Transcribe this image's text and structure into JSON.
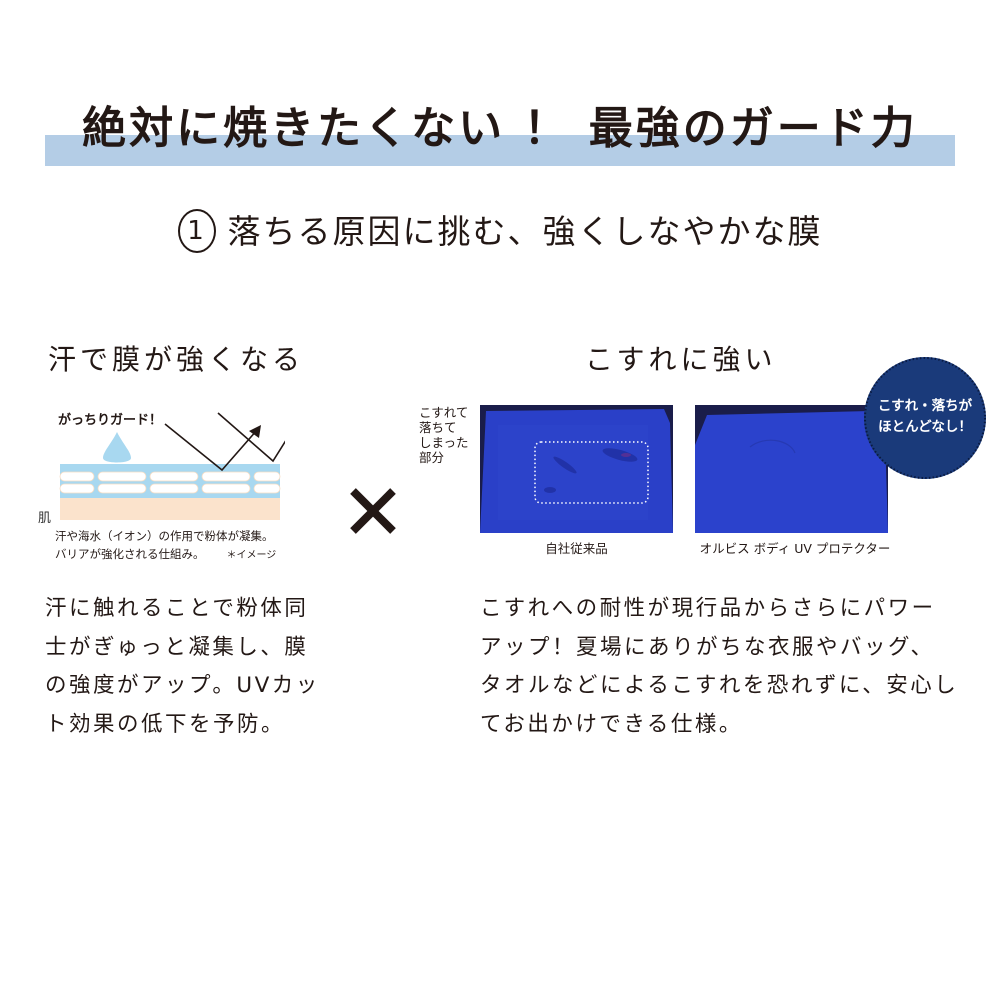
{
  "header": {
    "title": "絶対に焼きたくない ！ 最強のガード力",
    "band_color": "#b4cde6"
  },
  "subtitle": {
    "number": "1",
    "text": "落ちる原因に挑む、強くしなやかな膜"
  },
  "left_section": {
    "heading": "汗で膜が強くなる",
    "diagram": {
      "guard_label": "がっちりガード！",
      "skin_label": "肌",
      "caption_lines": [
        "汗や海水（イオン）の作用で粉体が凝集。",
        "バリアが強化される仕組み。"
      ],
      "note": "＊イメージ",
      "colors": {
        "water": "#a8d8f0",
        "skin": "#fbe3cc",
        "particle": "#ffffff",
        "arrow": "#231815"
      }
    },
    "body_lines": [
      "汗に触れることで粉体同",
      "士がぎゅっと凝集し、膜",
      "の強度がアップ。UVカッ",
      "ト効果の低下を予防。"
    ]
  },
  "connector": {
    "symbol": "×"
  },
  "right_section": {
    "heading": "こすれに強い",
    "rubbed_label_lines": [
      "こすれて",
      "落ちて",
      "しまった",
      "部分"
    ],
    "photos": [
      {
        "caption": "自社従来品",
        "highlighted_region": true
      },
      {
        "caption": "オルビス ボディ UV プロテクター",
        "highlighted_region": false
      }
    ],
    "badge": {
      "lines": [
        "こすれ・落ちが",
        "ほとんどなし！"
      ],
      "color": "#1a3a7a"
    },
    "body_lines": [
      "こすれへの耐性が現行品からさらにパワー",
      "アップ！夏場にありがちな衣服やバッグ、",
      "タオルなどによるこすれを恐れずに、安心し",
      "てお出かけできる仕様。"
    ]
  }
}
